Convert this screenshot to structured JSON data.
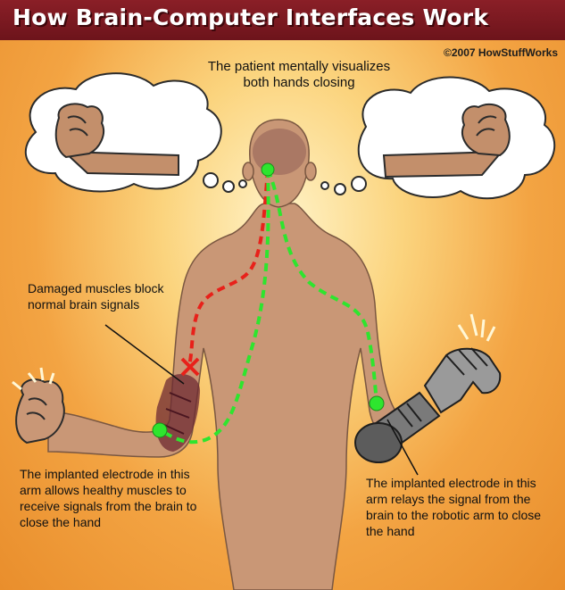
{
  "header": {
    "title": "How Brain-Computer Interfaces Work"
  },
  "copyright": "©2007 HowStuffWorks",
  "captions": {
    "patient_visualizes": "The patient mentally visualizes both hands closing",
    "damaged_muscles": "Damaged muscles block normal brain signals",
    "left_electrode": "The implanted electrode in this arm allows healthy muscles to receive signals from the brain to close the hand",
    "right_electrode": "The implanted electrode in this arm relays the signal from the brain to the robotic arm to close the hand"
  },
  "colors": {
    "title_background": "#7a1a22",
    "healthy_signal": "#2ee52e",
    "blocked_signal": "#e8211a",
    "skin": "#c99776",
    "robot_arm": "#6f6f6f"
  },
  "icons": [
    "thought-bubble-icon",
    "fist-icon",
    "robotic-hand-icon",
    "block-x-icon",
    "electrode-node-icon"
  ]
}
